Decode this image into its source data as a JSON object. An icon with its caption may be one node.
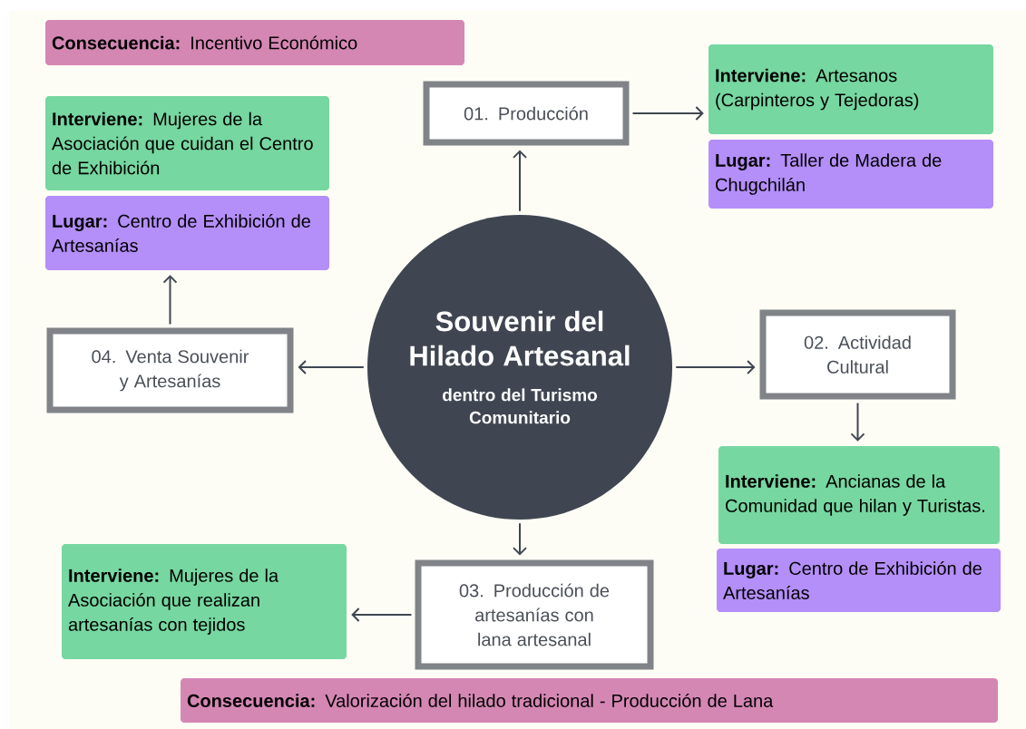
{
  "diagram": {
    "nodes": [
      {
        "text": [
          "**Consecuencia:** Incentivo Económico"
        ]
      },
      {
        "text": [
          "**Interviene:** Mujeres de la Asociación que cuidan el Centro de Exhibición"
        ]
      },
      {
        "text": [
          "**Lugar:** Centro de Exhibición de Artesanías"
        ]
      },
      {
        "text": [
          "01. Producción"
        ]
      },
      {
        "text": [
          "**Interviene:** Artesanos (Carpinteros y Tejedoras)"
        ]
      },
      {
        "text": [
          "**Lugar:** Taller de Madera de Chugchilán"
        ]
      },
      {
        "text": [
          "Souvenir del Hilado Artesanal",
          "dentro del Turismo Comunitario"
        ]
      },
      {
        "text": [
          "04. Venta Souvenir y Artesanías"
        ]
      },
      {
        "text": [
          "02. Actividad Cultural"
        ]
      },
      {
        "text": [
          "**Interviene:** Ancianas de la Comunidad que hilan y Turistas."
        ]
      },
      {
        "text": [
          "**Lugar:** Centro de Exhibición de Artesanías"
        ]
      },
      {
        "text": [
          "**Interviene:** Mujeres de la Asociación que realizan artesanías con tejidos"
        ]
      },
      {
        "text": [
          "03. Producción de artesanías con lana artesanal"
        ]
      },
      {
        "text": [
          "**Consecuencia:** Valorización del hilado tradicional - Producción de Lana"
        ]
      }
    ],
    "edges": [
      {
        "from": 6,
        "to": 3,
        "arrow": "to"
      },
      {
        "from": 3,
        "to": 4,
        "arrow": "to"
      },
      {
        "from": 6,
        "to": 7,
        "arrow": "to"
      },
      {
        "from": 7,
        "to": 2,
        "arrow": "to"
      },
      {
        "from": 6,
        "to": 8,
        "arrow": "to"
      },
      {
        "from": 8,
        "to": 9,
        "arrow": "to"
      },
      {
        "from": 6,
        "to": 12,
        "arrow": "to"
      },
      {
        "from": 12,
        "to": 11,
        "arrow": "to"
      }
    ]
  }
}
